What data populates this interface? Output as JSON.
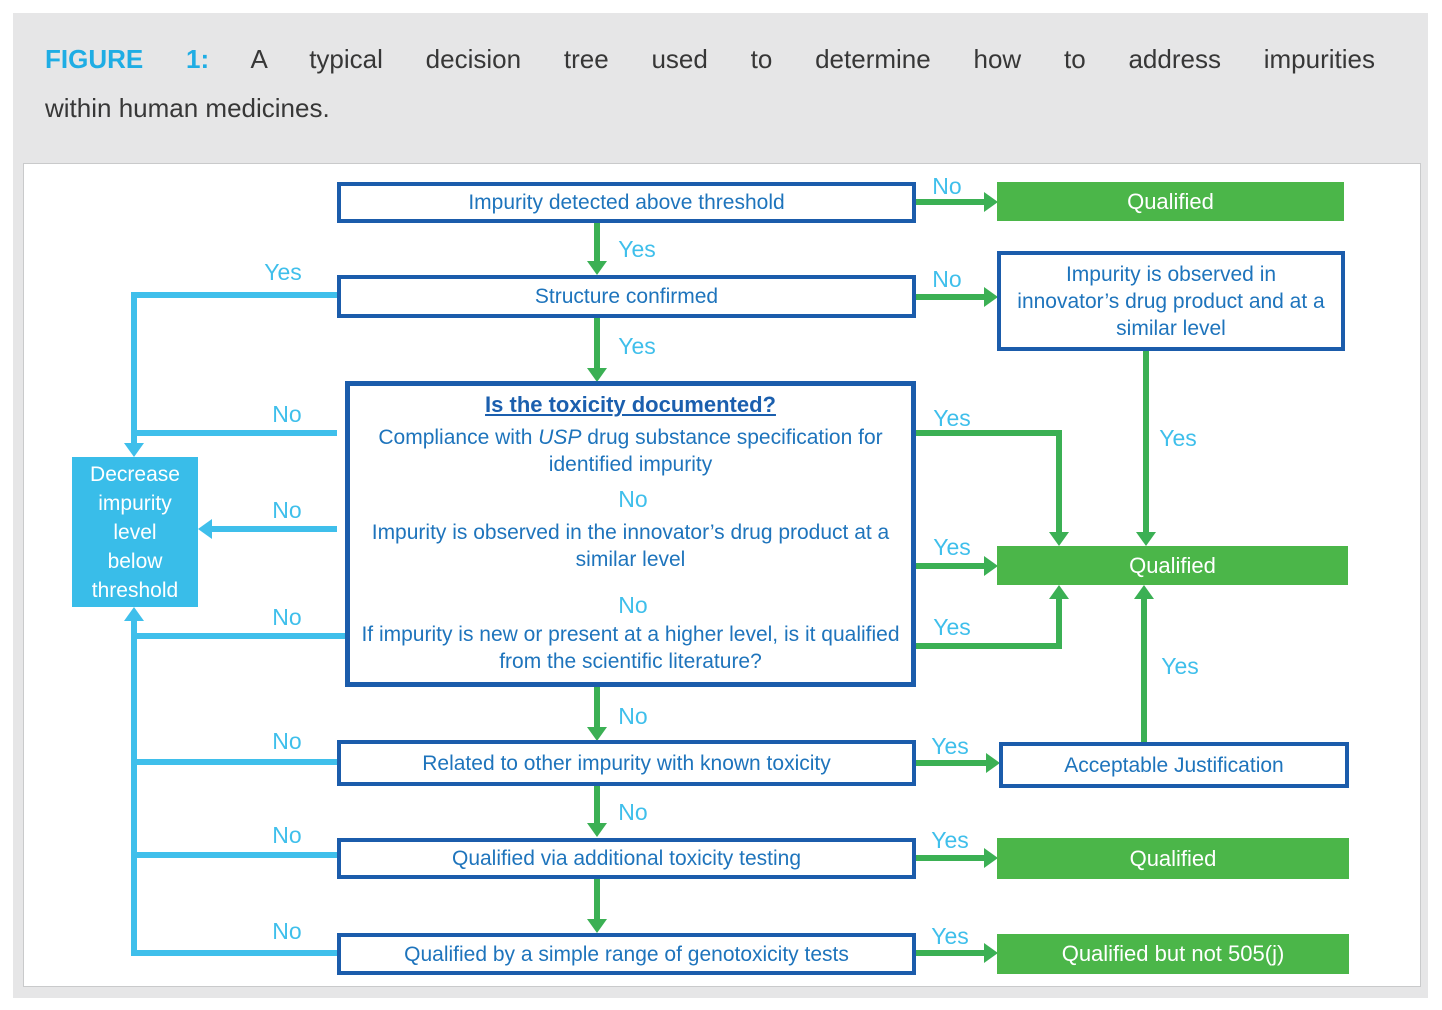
{
  "title": {
    "line1_label": "FIGURE 1:",
    "line1_text": "A typical decision tree used to determine how to address impurities",
    "line2": "within human medicines."
  },
  "labels": {
    "yes": "Yes",
    "no": "No"
  },
  "nodes": {
    "impurity_detected": "Impurity detected above threshold",
    "qualified_top": "Qualified",
    "structure_confirmed": "Structure confirmed",
    "innovator_observed": "Impurity is observed in innovator’s drug product and at a similar level",
    "toxicity_heading": "Is the toxicity documented?",
    "compliance_pre": "Compliance with ",
    "compliance_usp": "USP",
    "compliance_post": " drug substance specification for identified impurity",
    "innovator_similar": "Impurity is observed in the innovator’s drug product at a similar level",
    "literature": "If impurity is new or present at a higher level, is it qualified from the scientific literature?",
    "decrease": "Decrease impurity level below threshold",
    "qualified_mid": "Qualified",
    "related": "Related to other impurity with known toxicity",
    "acceptable": "Acceptable Justification",
    "qualified_via": "Qualified via additional toxicity testing",
    "qualified_d": "Qualified",
    "genotoxicity": "Qualified by a simple range of genotoxicity tests",
    "qualified_505": "Qualified but not 505(j)"
  },
  "colors": {
    "figure_label": "#1fade4",
    "title_text": "#373737",
    "panel_background": "#e6e6e7",
    "node_border": "#1b5cab",
    "node_text": "#1e74bc",
    "cyan_connector": "#3fbfeb",
    "cyan_box": "#39bde9",
    "green_connector": "#3bb054",
    "green_box": "#4bb649"
  }
}
